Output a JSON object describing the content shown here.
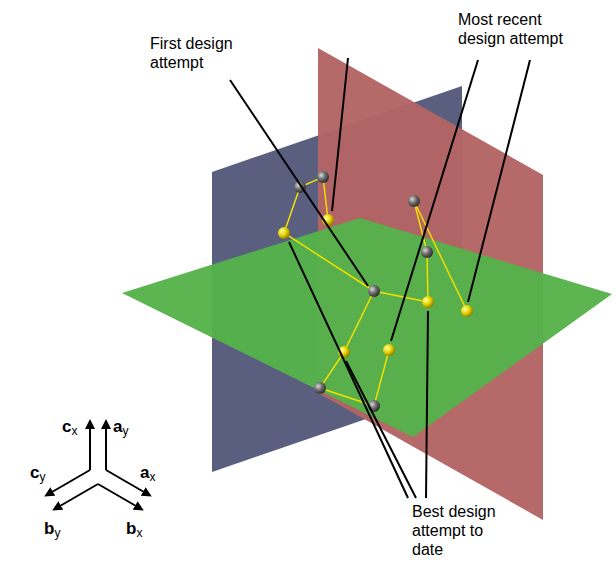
{
  "diagram": {
    "labels": [
      "Most recent design attempt",
      "First design attempt",
      "Best design attempt to date",
      "cx",
      "ay",
      "cy",
      "ax",
      "by",
      "bx"
    ]
  }
}
